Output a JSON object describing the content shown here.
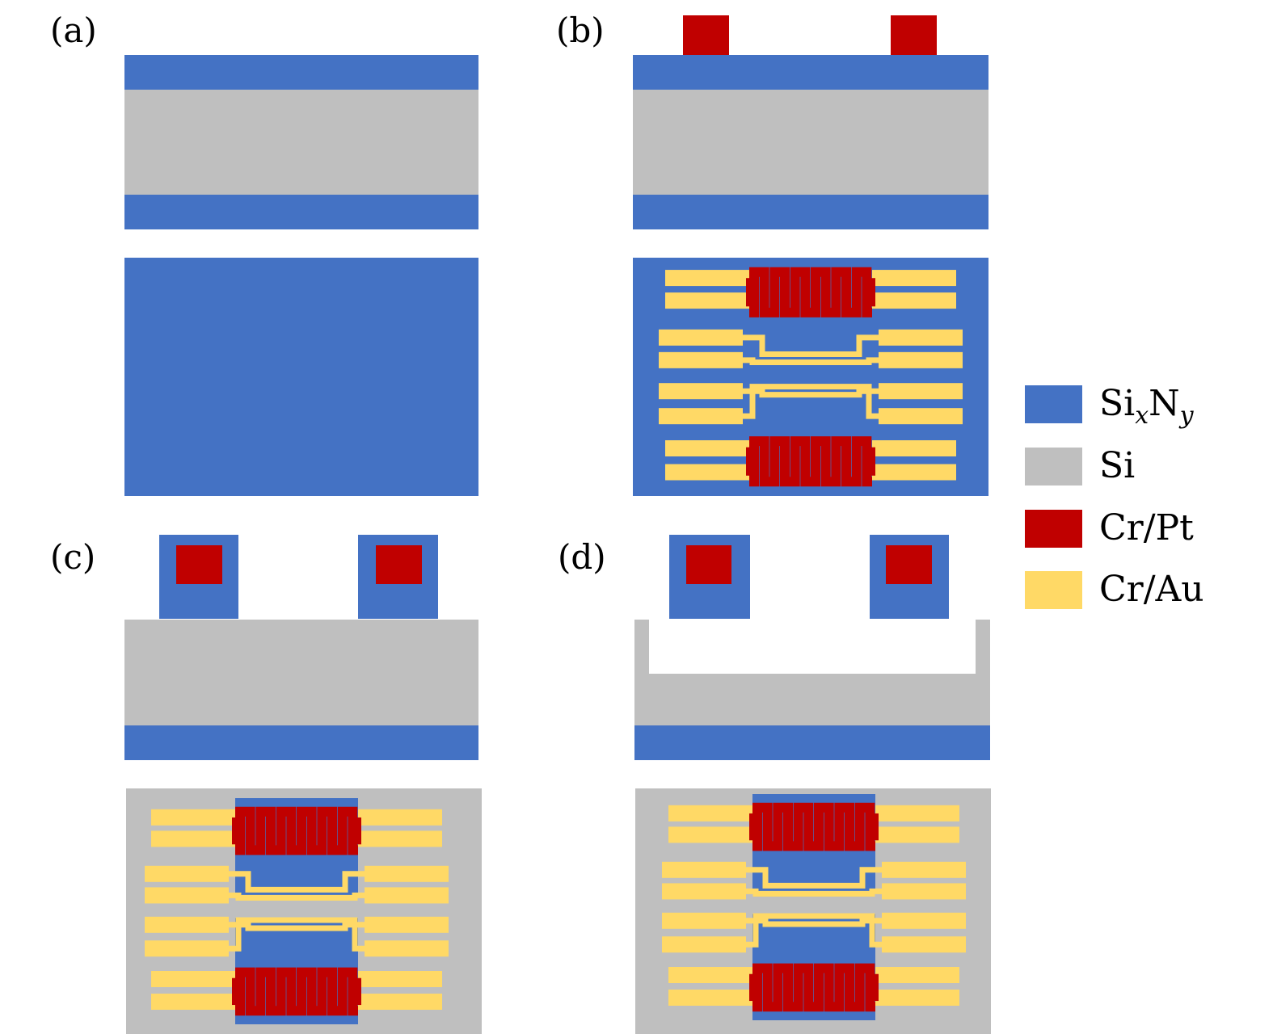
{
  "panels": [
    {
      "id": "a",
      "label": "(a)"
    },
    {
      "id": "b",
      "label": "(b)"
    },
    {
      "id": "c",
      "label": "(c)"
    },
    {
      "id": "d",
      "label": "(d)"
    }
  ],
  "legend": {
    "items": [
      {
        "id": "sixny",
        "label": "Si",
        "sub1": "x",
        "label2": "N",
        "sub2": "y",
        "color": "#4472C4"
      },
      {
        "id": "si",
        "label": "Si",
        "color": "#BFBFBF"
      },
      {
        "id": "crpt",
        "label": "Cr/Pt",
        "color": "#C00000"
      },
      {
        "id": "crau",
        "label": "Cr/Au",
        "color": "#FFD966"
      }
    ]
  },
  "colors": {
    "sixny": "#4472C4",
    "si": "#BFBFBF",
    "crpt": "#C00000",
    "crau": "#FFD966",
    "background": "#FFFFFF"
  }
}
